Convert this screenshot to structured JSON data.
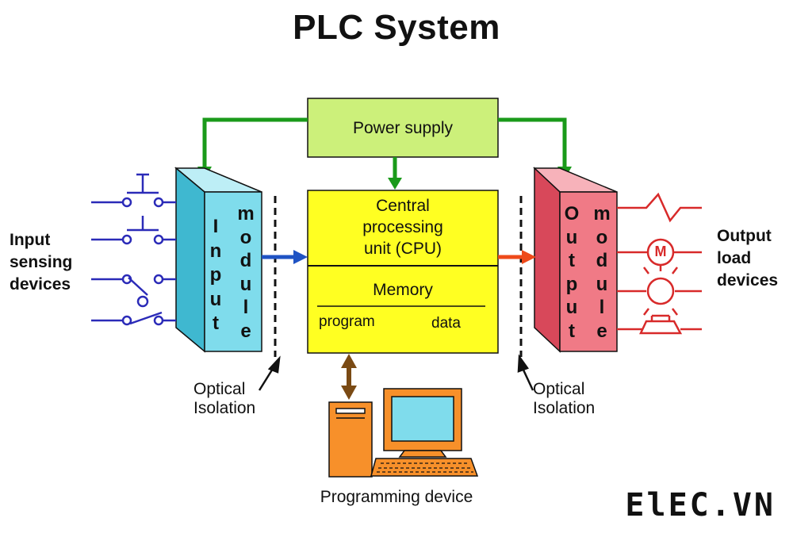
{
  "title": "PLC System",
  "power_supply": "Power supply",
  "cpu": {
    "line1": "Central",
    "line2": "processing",
    "line3": "unit (CPU)",
    "memory": "Memory",
    "program": "program",
    "data": "data"
  },
  "input_module": {
    "word1": "Input",
    "word2": "module"
  },
  "output_module": {
    "word1": "Output",
    "word2": "module"
  },
  "input_devices": {
    "line1": "Input",
    "line2": "sensing",
    "line3": "devices"
  },
  "output_devices": {
    "line1": "Output",
    "line2": "load",
    "line3": "devices"
  },
  "optical_isolation_left": {
    "line1": "Optical",
    "line2": "Isolation"
  },
  "optical_isolation_right": {
    "line1": "Optical",
    "line2": "Isolation"
  },
  "programming_device": "Programming device",
  "motor_symbol": "M",
  "brand": "ElEC.VN",
  "colors": {
    "power_supply": "#ccf07a",
    "cpu": "#ffff22",
    "input_module": "#7fdcec",
    "output_module": "#f07a86",
    "green_arrow": "#1a9a1a",
    "blue_arrow": "#1f53c4",
    "orange_arrow": "#ee4a1a",
    "brown_arrow": "#7a4a14",
    "input_wiring": "#2b2bb8",
    "output_wiring": "#d82a2a",
    "computer": "#f7902a"
  }
}
